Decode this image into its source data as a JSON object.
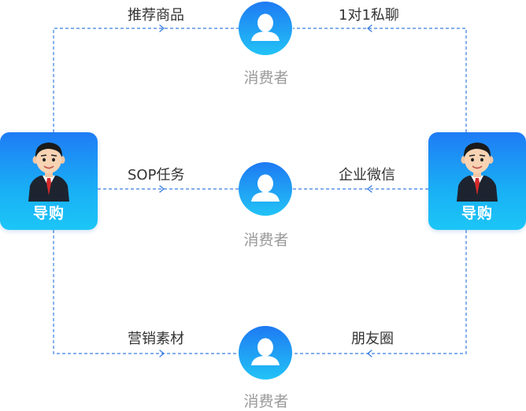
{
  "guides": [
    {
      "label": "导购"
    },
    {
      "label": "导购"
    }
  ],
  "consumers": [
    {
      "label": "消费者"
    },
    {
      "label": "消费者"
    },
    {
      "label": "消费者"
    }
  ],
  "edges": {
    "left_top": "推荐商品",
    "left_middle": "SOP任务",
    "left_bottom": "营销素材",
    "right_top": "1对1私聊",
    "right_middle": "企业微信",
    "right_bottom": "朋友圈"
  },
  "colors": {
    "line": "#3b7ee0",
    "card_top": "#1f7cf5",
    "card_bottom": "#1cc6f7",
    "consumer_text": "#9a9a9a"
  }
}
